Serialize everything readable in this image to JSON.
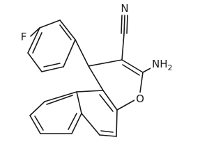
{
  "atoms": {
    "fluorine": "F",
    "nitrogen": "N",
    "oxygen": "O",
    "amine": {
      "symbol": "NH",
      "subscript": "2"
    }
  }
}
